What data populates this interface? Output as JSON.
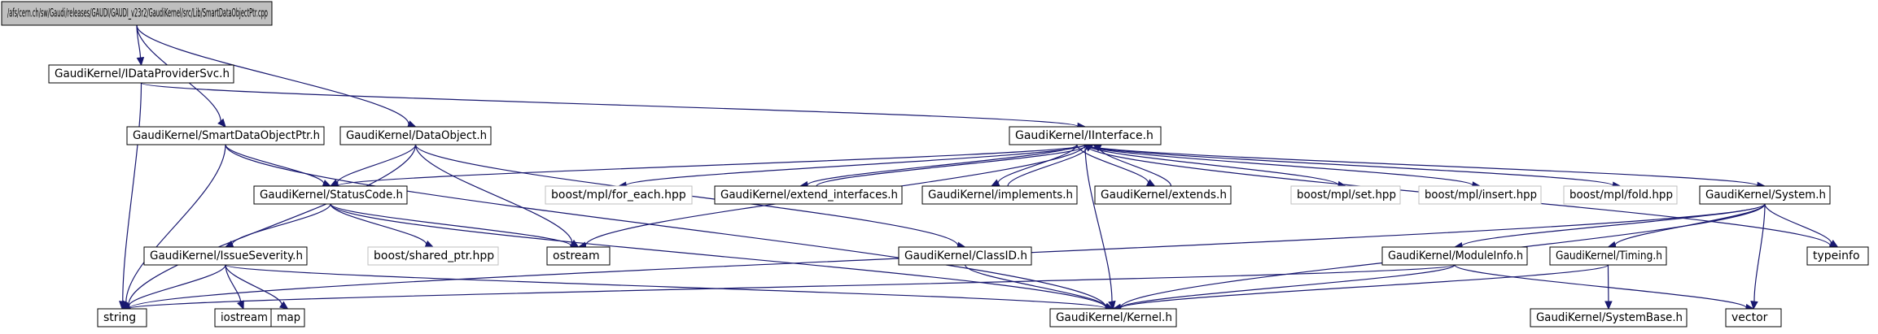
{
  "nodes": [
    {
      "id": "root",
      "label": "/afs/cern.ch/sw/Gaudi/releases/GAUDI/GAUDI_v23r2/GaudiKernel/src/Lib/SmartDataObjectPtr.cpp",
      "kind": "root"
    },
    {
      "id": "idataprov",
      "label": "GaudiKernel/IDataProviderSvc.h",
      "kind": "normal"
    },
    {
      "id": "smartptr",
      "label": "GaudiKernel/SmartDataObjectPtr.h",
      "kind": "normal"
    },
    {
      "id": "dataobject",
      "label": "GaudiKernel/DataObject.h",
      "kind": "normal"
    },
    {
      "id": "iinterface",
      "label": "GaudiKernel/IInterface.h",
      "kind": "normal"
    },
    {
      "id": "statuscode",
      "label": "GaudiKernel/StatusCode.h",
      "kind": "normal"
    },
    {
      "id": "foreach",
      "label": "boost/mpl/for_each.hpp",
      "kind": "external"
    },
    {
      "id": "extifaces",
      "label": "GaudiKernel/extend_interfaces.h",
      "kind": "normal"
    },
    {
      "id": "implements",
      "label": "GaudiKernel/implements.h",
      "kind": "normal"
    },
    {
      "id": "extends",
      "label": "GaudiKernel/extends.h",
      "kind": "normal"
    },
    {
      "id": "mplset",
      "label": "boost/mpl/set.hpp",
      "kind": "external"
    },
    {
      "id": "mplinsert",
      "label": "boost/mpl/insert.hpp",
      "kind": "external"
    },
    {
      "id": "mplfold",
      "label": "boost/mpl/fold.hpp",
      "kind": "external"
    },
    {
      "id": "system",
      "label": "GaudiKernel/System.h",
      "kind": "normal"
    },
    {
      "id": "issuesev",
      "label": "GaudiKernel/IssueSeverity.h",
      "kind": "normal"
    },
    {
      "id": "sharedptr",
      "label": "boost/shared_ptr.hpp",
      "kind": "external"
    },
    {
      "id": "ostream",
      "label": "ostream",
      "kind": "normal"
    },
    {
      "id": "classid",
      "label": "GaudiKernel/ClassID.h",
      "kind": "normal"
    },
    {
      "id": "moduleinfo",
      "label": "GaudiKernel/ModuleInfo.h",
      "kind": "normal"
    },
    {
      "id": "timing",
      "label": "GaudiKernel/Timing.h",
      "kind": "normal"
    },
    {
      "id": "typeinfo",
      "label": "typeinfo",
      "kind": "normal"
    },
    {
      "id": "string",
      "label": "string",
      "kind": "normal"
    },
    {
      "id": "iostream",
      "label": "iostream",
      "kind": "normal"
    },
    {
      "id": "map",
      "label": "map",
      "kind": "normal"
    },
    {
      "id": "kernel",
      "label": "GaudiKernel/Kernel.h",
      "kind": "normal"
    },
    {
      "id": "sysbase",
      "label": "GaudiKernel/SystemBase.h",
      "kind": "normal"
    },
    {
      "id": "vector",
      "label": "vector",
      "kind": "normal"
    }
  ],
  "edges": [
    [
      "root",
      "idataprov"
    ],
    [
      "root",
      "smartptr"
    ],
    [
      "root",
      "dataobject"
    ],
    [
      "idataprov",
      "iinterface"
    ],
    [
      "idataprov",
      "string"
    ],
    [
      "smartptr",
      "statuscode"
    ],
    [
      "smartptr",
      "string"
    ],
    [
      "smartptr",
      "kernel"
    ],
    [
      "dataobject",
      "statuscode"
    ],
    [
      "dataobject",
      "classid"
    ],
    [
      "dataobject",
      "string"
    ],
    [
      "dataobject",
      "ostream"
    ],
    [
      "iinterface",
      "statuscode"
    ],
    [
      "iinterface",
      "foreach"
    ],
    [
      "iinterface",
      "extifaces"
    ],
    [
      "iinterface",
      "implements"
    ],
    [
      "iinterface",
      "extends"
    ],
    [
      "iinterface",
      "mplset"
    ],
    [
      "iinterface",
      "mplinsert"
    ],
    [
      "iinterface",
      "mplfold"
    ],
    [
      "iinterface",
      "system"
    ],
    [
      "iinterface",
      "typeinfo"
    ],
    [
      "iinterface",
      "ostream"
    ],
    [
      "iinterface",
      "kernel"
    ],
    [
      "extifaces",
      "iinterface"
    ],
    [
      "implements",
      "iinterface"
    ],
    [
      "extends",
      "iinterface"
    ],
    [
      "statuscode",
      "issuesev"
    ],
    [
      "statuscode",
      "sharedptr"
    ],
    [
      "statuscode",
      "ostream"
    ],
    [
      "statuscode",
      "kernel"
    ],
    [
      "issuesev",
      "string"
    ],
    [
      "issuesev",
      "iostream"
    ],
    [
      "issuesev",
      "map"
    ],
    [
      "issuesev",
      "kernel"
    ],
    [
      "classid",
      "kernel"
    ],
    [
      "system",
      "moduleinfo"
    ],
    [
      "system",
      "timing"
    ],
    [
      "system",
      "typeinfo"
    ],
    [
      "system",
      "vector"
    ],
    [
      "system",
      "string"
    ],
    [
      "system",
      "kernel"
    ],
    [
      "moduleinfo",
      "string"
    ],
    [
      "moduleinfo",
      "vector"
    ],
    [
      "moduleinfo",
      "kernel"
    ],
    [
      "timing",
      "sysbase"
    ],
    [
      "timing",
      "kernel"
    ]
  ]
}
